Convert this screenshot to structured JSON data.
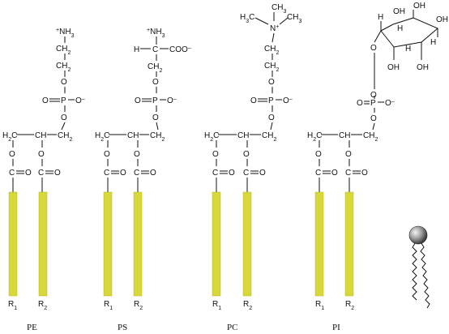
{
  "lipids": [
    {
      "id": "pe",
      "name": "PE",
      "head": {
        "top": "+NH3",
        "c1": "CH2",
        "c2": "CH2"
      },
      "phosphate": {
        "o_top": "O",
        "o_left": "O",
        "p": "P",
        "o_minus": "O–",
        "o_bottom": "O",
        "double_o": "O"
      },
      "glycerol": {
        "left": "H2C",
        "mid": "CH",
        "right": "CH2"
      },
      "esters": [
        {
          "o": "O",
          "c": "C",
          "o2": "O"
        },
        {
          "o": "O",
          "c": "C",
          "o2": "O"
        }
      ],
      "r1": "R1",
      "r2": "R2"
    },
    {
      "id": "ps",
      "name": "PS",
      "head": {
        "top": "+NH3",
        "h": "H",
        "c": "C",
        "coo": "COO–",
        "c2": "CH2"
      },
      "phosphate": {
        "o_top": "O",
        "o_left": "O",
        "p": "P",
        "o_minus": "O–",
        "o_bottom": "O",
        "double_o": "O"
      },
      "glycerol": {
        "left": "H2C",
        "mid": "CH",
        "right": "CH2"
      },
      "esters": [
        {
          "o": "O",
          "c": "C",
          "o2": "O"
        },
        {
          "o": "O",
          "c": "C",
          "o2": "O"
        }
      ],
      "r1": "R1",
      "r2": "R2"
    },
    {
      "id": "pc",
      "name": "PC",
      "head": {
        "ch3_top": "CH3",
        "ch3_left": "H3C",
        "ch3_right": "CH3",
        "n": "N+",
        "c1": "CH2",
        "c2": "CH2"
      },
      "phosphate": {
        "o_top": "O",
        "o_left": "O",
        "p": "P",
        "o_minus": "O–",
        "o_bottom": "O",
        "double_o": "O"
      },
      "glycerol": {
        "left": "H2C",
        "mid": "CH",
        "right": "CH2"
      },
      "esters": [
        {
          "o": "O",
          "c": "C",
          "o2": "O"
        },
        {
          "o": "O",
          "c": "C",
          "o2": "O"
        }
      ],
      "r1": "R1",
      "r2": "R2"
    },
    {
      "id": "pi",
      "name": "PI",
      "head": {
        "oh": "OH",
        "h": "H",
        "o_link": "O"
      },
      "phosphate": {
        "o_top": "O",
        "o_left": "O",
        "p": "P",
        "o_minus": "O–",
        "o_bottom": "O",
        "double_o": "O"
      },
      "glycerol": {
        "left": "H2C",
        "mid": "CH",
        "right": "CH2"
      },
      "esters": [
        {
          "o": "O",
          "c": "C",
          "o2": "O"
        },
        {
          "o": "O",
          "c": "C",
          "o2": "O"
        }
      ],
      "r1": "R1",
      "r2": "R2"
    }
  ],
  "colors": {
    "chain": "#d8d83a",
    "ink": "#111111",
    "head_sphere": "#9a9a9a"
  },
  "icons": {
    "lipid_schematic": "lipid-schematic-icon"
  }
}
